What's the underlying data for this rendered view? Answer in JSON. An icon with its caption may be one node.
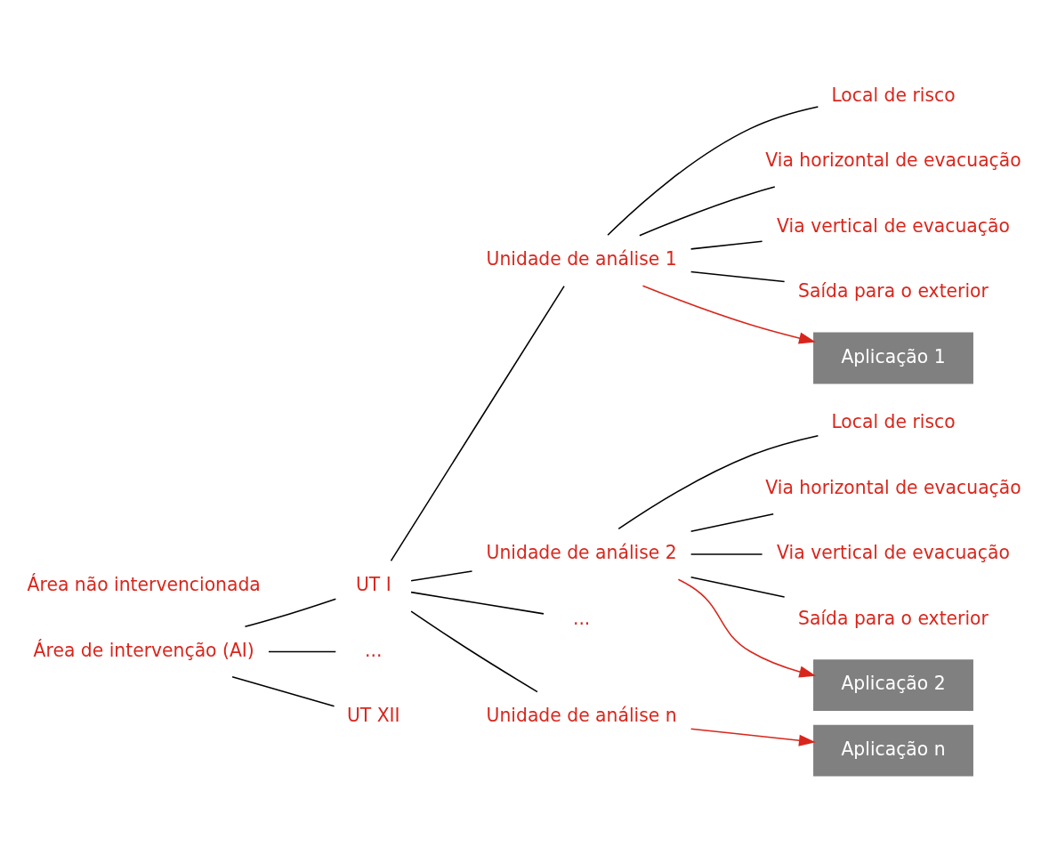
{
  "diagram": {
    "nodes": [
      {
        "text": [
          "Área de intervenção (AI)"
        ]
      },
      {
        "text": [
          "UT I"
        ]
      },
      {
        "text": [
          "Unidade de análise 1"
        ]
      },
      {
        "text": [
          "Local de risco"
        ]
      },
      {
        "text": [
          "Via horizontal de evacuação"
        ]
      },
      {
        "text": [
          "Via vertical de evacuação"
        ]
      },
      {
        "text": [
          "Saída para o exterior"
        ]
      },
      {
        "text": [
          "Aplicação 1"
        ]
      },
      {
        "text": [
          "Unidade de análise 2"
        ]
      },
      {
        "text": [
          "Local de risco"
        ]
      },
      {
        "text": [
          "Via horizontal de evacuação"
        ]
      },
      {
        "text": [
          "Via vertical de evacuação"
        ]
      },
      {
        "text": [
          "Saída para o exterior"
        ]
      },
      {
        "text": [
          "Aplicação 2"
        ]
      },
      {
        "text": [
          "..."
        ]
      },
      {
        "text": [
          "Unidade de análise n"
        ]
      },
      {
        "text": [
          "Aplicação n"
        ]
      },
      {
        "text": [
          "..."
        ]
      },
      {
        "text": [
          "UT XII"
        ]
      },
      {
        "text": [
          "Área não intervencionada"
        ]
      }
    ],
    "edges": [
      {
        "from": 0,
        "to": 1,
        "arrow": "none"
      },
      {
        "from": 1,
        "to": 2,
        "arrow": "none"
      },
      {
        "from": 2,
        "to": 3,
        "arrow": "none"
      },
      {
        "from": 2,
        "to": 4,
        "arrow": "none"
      },
      {
        "from": 2,
        "to": 5,
        "arrow": "none"
      },
      {
        "from": 2,
        "to": 6,
        "arrow": "none"
      },
      {
        "from": 2,
        "to": 7,
        "arrow": "to",
        "color": "#d9261c"
      },
      {
        "from": 1,
        "to": 8,
        "arrow": "none"
      },
      {
        "from": 8,
        "to": 9,
        "arrow": "none"
      },
      {
        "from": 8,
        "to": 10,
        "arrow": "none"
      },
      {
        "from": 8,
        "to": 11,
        "arrow": "none"
      },
      {
        "from": 8,
        "to": 12,
        "arrow": "none"
      },
      {
        "from": 8,
        "to": 13,
        "arrow": "to",
        "color": "#d9261c"
      },
      {
        "from": 1,
        "to": 14,
        "arrow": "none"
      },
      {
        "from": 1,
        "to": 15,
        "arrow": "none"
      },
      {
        "from": 15,
        "to": 16,
        "arrow": "to",
        "color": "#d9261c"
      },
      {
        "from": 0,
        "to": 17,
        "arrow": "none"
      },
      {
        "from": 0,
        "to": 18,
        "arrow": "none"
      }
    ]
  }
}
